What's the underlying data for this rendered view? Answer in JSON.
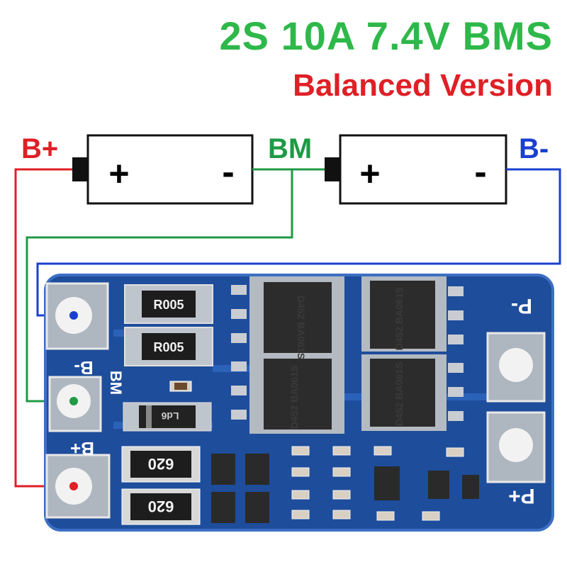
{
  "title": "2S 10A 7.4V BMS",
  "subtitle": "Balanced Version",
  "terminals": {
    "b_plus": "B+",
    "bm": "BM",
    "b_minus": "B-"
  },
  "cells": [
    {
      "plus": "+",
      "minus": "-"
    },
    {
      "plus": "+",
      "minus": "-"
    }
  ],
  "pcb": {
    "pad_labels": {
      "b_minus": "B-",
      "bm": "BM",
      "b_plus": "B+",
      "p_minus": "P-",
      "p_plus": "P+"
    },
    "resistors_large": [
      "R005",
      "R005"
    ],
    "resistors_620": [
      "620",
      "620"
    ],
    "mosfet_markings": [
      "D452 BA061S",
      "D452 BA0615",
      "D452 BA061S",
      "D452 BA061S"
    ],
    "diode_marking": "Ld6"
  },
  "colors": {
    "title_green": "#2fb84a",
    "subtitle_red": "#e01f26",
    "wire_red": "#e01f26",
    "wire_green": "#1f9a45",
    "wire_blue": "#1a3fd0",
    "pcb_blue": "#1e4d9b"
  }
}
